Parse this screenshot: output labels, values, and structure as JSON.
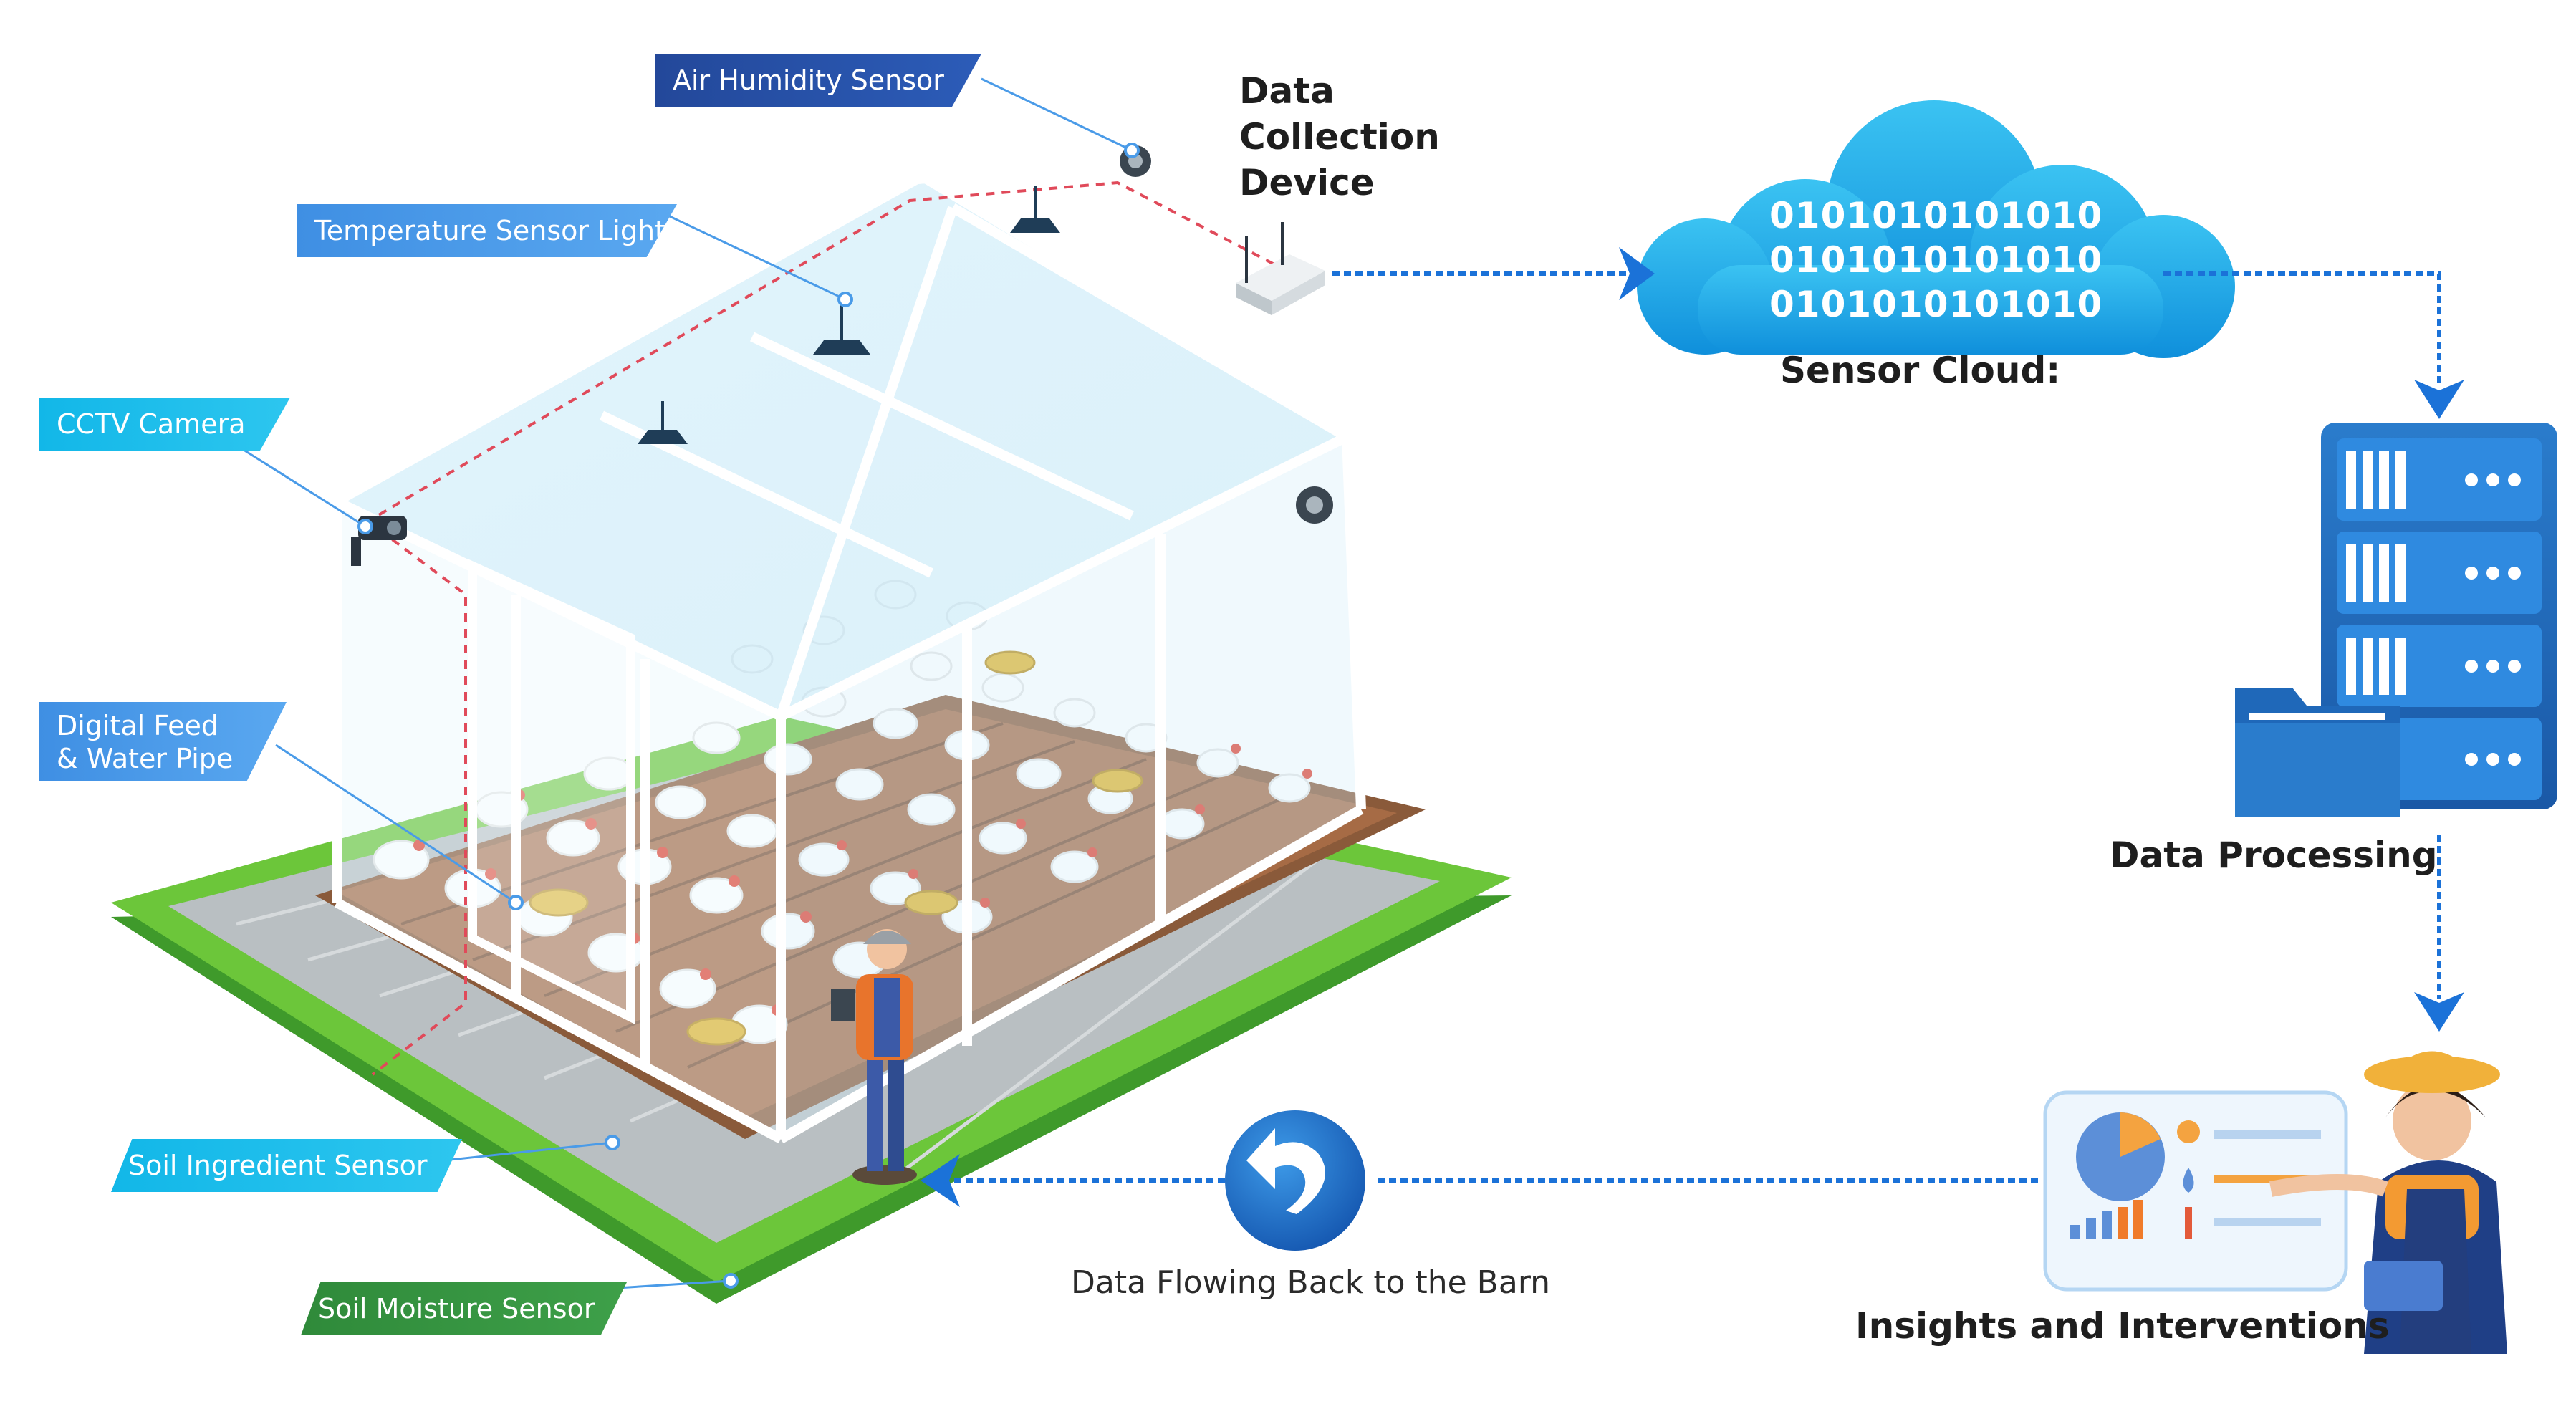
{
  "labels": {
    "air_humidity": "Air Humidity Sensor",
    "temperature_light": "Temperature Sensor Light",
    "cctv": "CCTV Camera",
    "feed_water": "Digital Feed\n& Water Pipe",
    "soil_ingredient": "Soil Ingredient Sensor",
    "soil_moisture": "Soil Moisture Sensor"
  },
  "flow": {
    "data_collection": "Data\nCollection\nDevice",
    "sensor_cloud": "Sensor Cloud:",
    "binary_lines": [
      "0101010101010",
      "0101010101010",
      "0101010101010"
    ],
    "data_processing": "Data Processing",
    "insights": "Insights and Interventions",
    "flowing_back": "Data Flowing Back to the Barn"
  },
  "colors": {
    "navy": "#23489a",
    "blue": "#4a9be8",
    "cyan": "#17bbe9",
    "green": "#2f8a3a",
    "lawn": "#6cc63a",
    "cloud": "#1aa7e8",
    "server": "#1f68b9",
    "arrow": "#1b72d8"
  }
}
